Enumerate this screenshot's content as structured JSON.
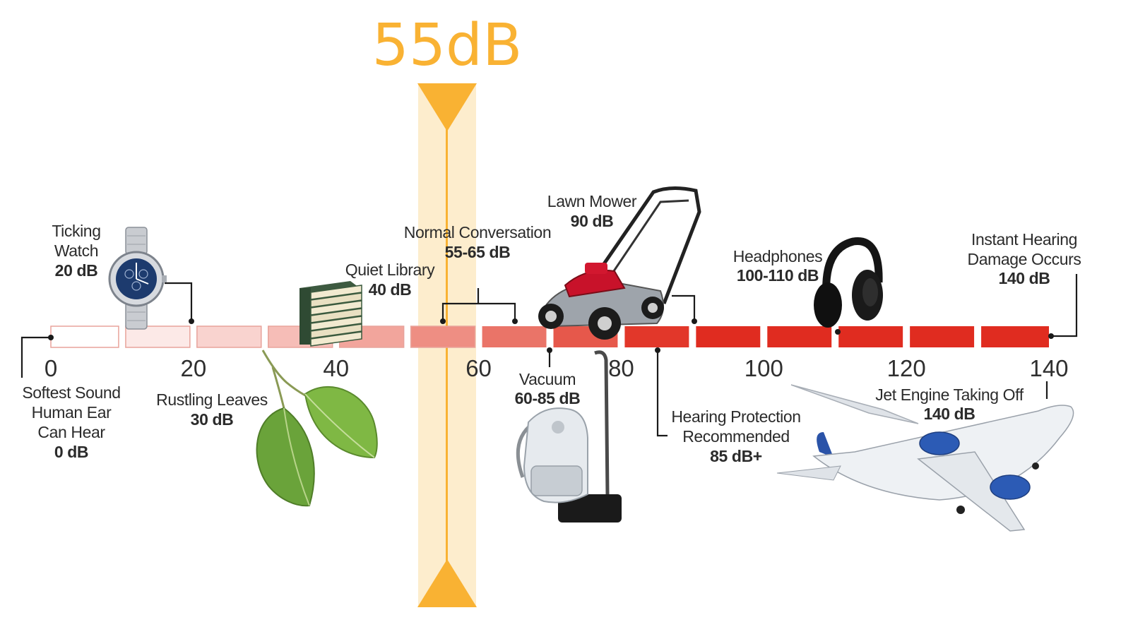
{
  "marker": {
    "label": "55dB",
    "value_db": 55,
    "color": "#f9b233",
    "band_color": "#fbdfa4"
  },
  "scale": {
    "min": 0,
    "max": 140,
    "segment_db": 10,
    "ticks": [
      "0",
      "20",
      "40",
      "60",
      "80",
      "100",
      "120",
      "140"
    ],
    "segment_colors": [
      "#ffffff",
      "#fce9e7",
      "#f9d3cf",
      "#f6bdb7",
      "#f2a59c",
      "#ee8e83",
      "#ea7468",
      "#e6584b",
      "#e2372a",
      "#e02c20",
      "#e02c20",
      "#e02c20",
      "#e02c20",
      "#e02c20"
    ]
  },
  "annotations": {
    "softest": {
      "lines": [
        "Softest Sound",
        "Human Ear",
        "Can Hear"
      ],
      "value": "0 dB"
    },
    "watch": {
      "lines": [
        "Ticking",
        "Watch"
      ],
      "value": "20 dB"
    },
    "leaves": {
      "lines": [
        "Rustling Leaves"
      ],
      "value": "30 dB"
    },
    "library": {
      "lines": [
        "Quiet Library"
      ],
      "value": "40 dB"
    },
    "conversation": {
      "lines": [
        "Normal Conversation"
      ],
      "value": "55-65 dB"
    },
    "vacuum": {
      "lines": [
        "Vacuum"
      ],
      "value": "60-85 dB"
    },
    "mower": {
      "lines": [
        "Lawn Mower"
      ],
      "value": "90 dB"
    },
    "protection": {
      "lines": [
        "Hearing Protection",
        "Recommended"
      ],
      "value": "85 dB+"
    },
    "headphones": {
      "lines": [
        "Headphones"
      ],
      "value": "100-110 dB"
    },
    "jet": {
      "lines": [
        "Jet Engine Taking Off"
      ],
      "value": "140 dB"
    },
    "damage": {
      "lines": [
        "Instant Hearing",
        "Damage Occurs"
      ],
      "value": "140 dB"
    }
  },
  "icons": [
    "watch-icon",
    "leaves-icon",
    "books-icon",
    "vacuum-icon",
    "lawn-mower-icon",
    "headphones-icon",
    "airplane-icon"
  ]
}
